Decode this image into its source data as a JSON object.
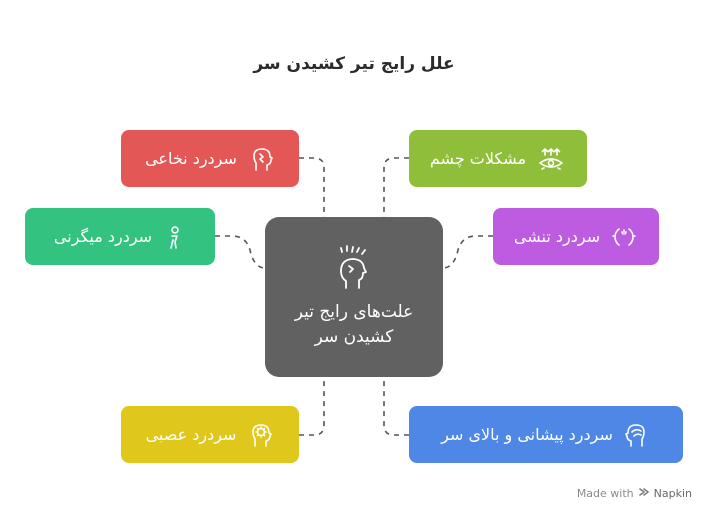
{
  "title": "علل رایج تیر کشیدن سر",
  "center": {
    "label": "علت‌های رایج تیر کشیدن سر",
    "icon": "headache-icon"
  },
  "nodes": [
    {
      "id": "occipital",
      "label": "سردرد نخاعی",
      "icon": "head-nerve-icon",
      "color": "#e35757"
    },
    {
      "id": "migraine",
      "label": "سردرد میگرنی",
      "icon": "person-icon",
      "color": "#33c27f"
    },
    {
      "id": "nervous",
      "label": "سردرد عصبی",
      "icon": "brain-head-icon",
      "color": "#dfc71c"
    },
    {
      "id": "eye",
      "label": "مشکلات چشم",
      "icon": "eye-strain-icon",
      "color": "#8fbf3a"
    },
    {
      "id": "tension",
      "label": "سردرد تنشی",
      "icon": "head-tension-icon",
      "color": "#bd5ce0"
    },
    {
      "id": "forehead",
      "label": "سردرد پیشانی و بالای سر",
      "icon": "head-side-icon",
      "color": "#4f87e6"
    }
  ],
  "footer": {
    "made_with": "Made with",
    "brand": "Napkin"
  }
}
